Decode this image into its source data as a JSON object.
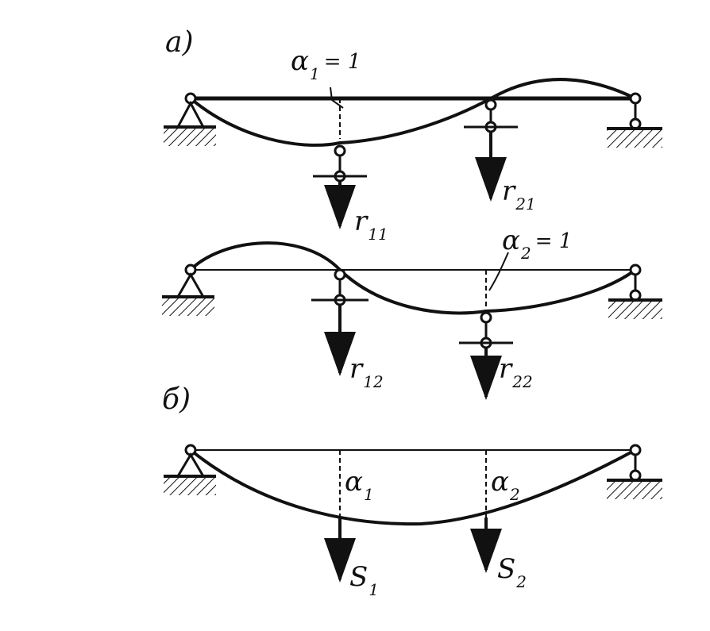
{
  "panel_a": {
    "label": "a)",
    "alpha1": {
      "symbol": "α",
      "sub": "1",
      "eq": "= 1"
    },
    "alpha2": {
      "symbol": "α",
      "sub": "2",
      "eq": "= 1"
    },
    "r11": {
      "symbol": "r",
      "sub": "11"
    },
    "r21": {
      "symbol": "r",
      "sub": "21"
    },
    "r12": {
      "symbol": "r",
      "sub": "12"
    },
    "r22": {
      "symbol": "r",
      "sub": "22"
    }
  },
  "panel_b": {
    "label": "б)",
    "a1": {
      "symbol": "α",
      "sub": "1"
    },
    "a2": {
      "symbol": "α",
      "sub": "2"
    },
    "s1": {
      "symbol": "S",
      "sub": "1"
    },
    "s2": {
      "symbol": "S",
      "sub": "2"
    }
  },
  "colors": {
    "ink": "#111111",
    "background": "#ffffff"
  }
}
